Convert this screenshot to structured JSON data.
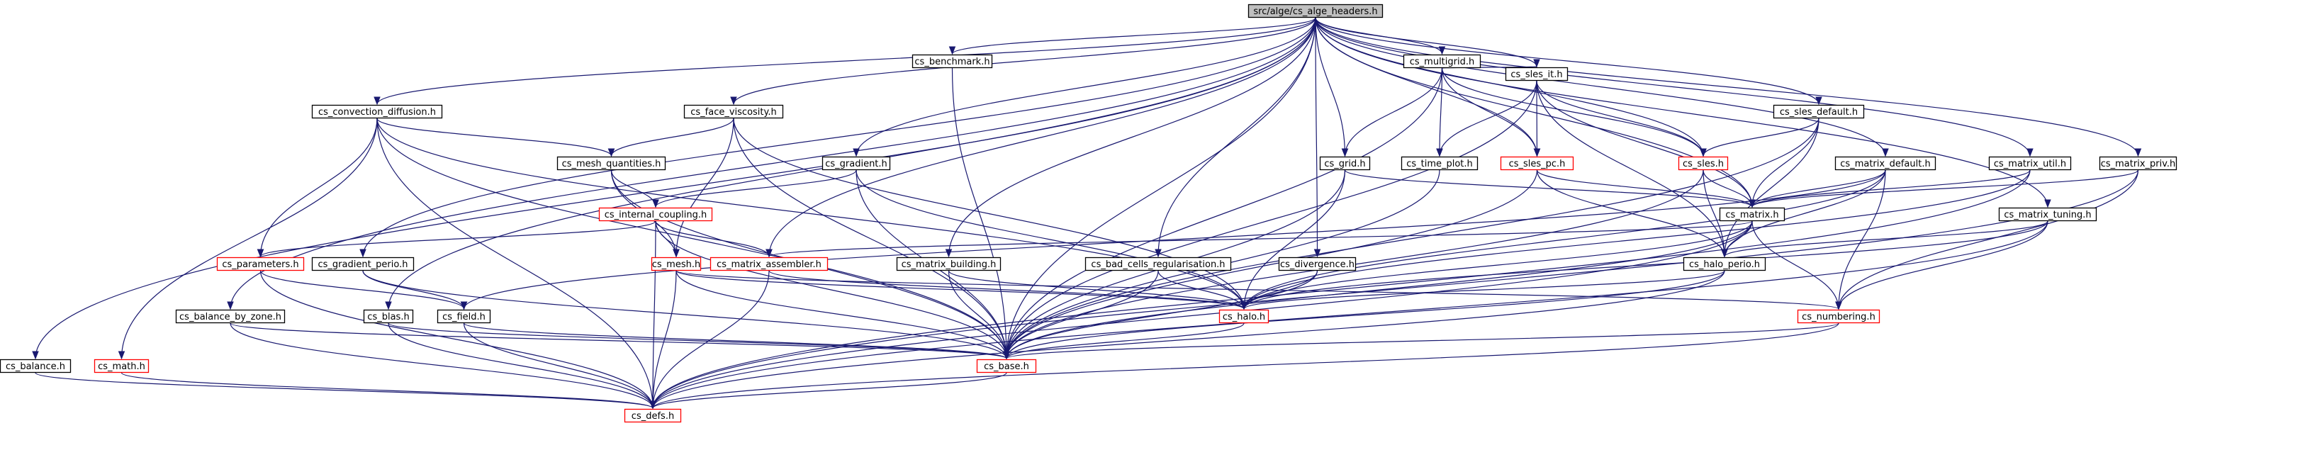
{
  "colors": {
    "edge": "#191970",
    "node_fill": "#ffffff",
    "root_fill": "#bfbfbf",
    "border_black": "#000000",
    "border_red": "#ff0000"
  },
  "nodes": [
    {
      "id": "root",
      "label": "src/alge/cs_alge_headers.h",
      "border": "black",
      "root": true
    },
    {
      "id": "benchmark",
      "label": "cs_benchmark.h",
      "border": "black"
    },
    {
      "id": "multigrid",
      "label": "cs_multigrid.h",
      "border": "black"
    },
    {
      "id": "sles_it",
      "label": "cs_sles_it.h",
      "border": "black"
    },
    {
      "id": "sles_default",
      "label": "cs_sles_default.h",
      "border": "black"
    },
    {
      "id": "convection_diffusion",
      "label": "cs_convection_diffusion.h",
      "border": "black"
    },
    {
      "id": "face_viscosity",
      "label": "cs_face_viscosity.h",
      "border": "black"
    },
    {
      "id": "mesh_quantities",
      "label": "cs_mesh_quantities.h",
      "border": "black"
    },
    {
      "id": "gradient",
      "label": "cs_gradient.h",
      "border": "black"
    },
    {
      "id": "grid",
      "label": "cs_grid.h",
      "border": "black"
    },
    {
      "id": "time_plot",
      "label": "cs_time_plot.h",
      "border": "black"
    },
    {
      "id": "sles_pc",
      "label": "cs_sles_pc.h",
      "border": "red"
    },
    {
      "id": "sles",
      "label": "cs_sles.h",
      "border": "red"
    },
    {
      "id": "matrix_default",
      "label": "cs_matrix_default.h",
      "border": "black"
    },
    {
      "id": "matrix_util",
      "label": "cs_matrix_util.h",
      "border": "black"
    },
    {
      "id": "matrix_priv",
      "label": "cs_matrix_priv.h",
      "border": "black"
    },
    {
      "id": "internal_coupling",
      "label": "cs_internal_coupling.h",
      "border": "red"
    },
    {
      "id": "matrix",
      "label": "cs_matrix.h",
      "border": "black"
    },
    {
      "id": "matrix_tuning",
      "label": "cs_matrix_tuning.h",
      "border": "black"
    },
    {
      "id": "parameters",
      "label": "cs_parameters.h",
      "border": "red"
    },
    {
      "id": "gradient_perio",
      "label": "cs_gradient_perio.h",
      "border": "black"
    },
    {
      "id": "mesh",
      "label": "cs_mesh.h",
      "border": "red"
    },
    {
      "id": "matrix_assembler",
      "label": "cs_matrix_assembler.h",
      "border": "red"
    },
    {
      "id": "matrix_building",
      "label": "cs_matrix_building.h",
      "border": "black"
    },
    {
      "id": "bad_cells",
      "label": "cs_bad_cells_regularisation.h",
      "border": "black"
    },
    {
      "id": "divergence",
      "label": "cs_divergence.h",
      "border": "black"
    },
    {
      "id": "halo_perio",
      "label": "cs_halo_perio.h",
      "border": "black"
    },
    {
      "id": "balance_by_zone",
      "label": "cs_balance_by_zone.h",
      "border": "black"
    },
    {
      "id": "blas",
      "label": "cs_blas.h",
      "border": "black"
    },
    {
      "id": "field",
      "label": "cs_field.h",
      "border": "black"
    },
    {
      "id": "halo",
      "label": "cs_halo.h",
      "border": "red"
    },
    {
      "id": "numbering",
      "label": "cs_numbering.h",
      "border": "red"
    },
    {
      "id": "balance",
      "label": "cs_balance.h",
      "border": "black"
    },
    {
      "id": "math",
      "label": "cs_math.h",
      "border": "red"
    },
    {
      "id": "base",
      "label": "cs_base.h",
      "border": "red"
    },
    {
      "id": "defs",
      "label": "cs_defs.h",
      "border": "red"
    }
  ],
  "edges": [
    [
      "root",
      "benchmark"
    ],
    [
      "root",
      "multigrid"
    ],
    [
      "root",
      "sles_it"
    ],
    [
      "root",
      "sles_default"
    ],
    [
      "root",
      "convection_diffusion"
    ],
    [
      "root",
      "face_viscosity"
    ],
    [
      "root",
      "gradient"
    ],
    [
      "root",
      "grid"
    ],
    [
      "root",
      "sles_pc"
    ],
    [
      "root",
      "sles"
    ],
    [
      "root",
      "matrix_default"
    ],
    [
      "root",
      "matrix_util"
    ],
    [
      "root",
      "matrix_priv"
    ],
    [
      "root",
      "matrix"
    ],
    [
      "root",
      "matrix_tuning"
    ],
    [
      "root",
      "gradient_perio"
    ],
    [
      "root",
      "matrix_assembler"
    ],
    [
      "root",
      "matrix_building"
    ],
    [
      "root",
      "bad_cells"
    ],
    [
      "root",
      "divergence"
    ],
    [
      "root",
      "balance_by_zone"
    ],
    [
      "root",
      "blas"
    ],
    [
      "root",
      "balance"
    ],
    [
      "root",
      "base"
    ],
    [
      "benchmark",
      "base"
    ],
    [
      "multigrid",
      "sles_it"
    ],
    [
      "multigrid",
      "grid"
    ],
    [
      "multigrid",
      "time_plot"
    ],
    [
      "multigrid",
      "sles_pc"
    ],
    [
      "multigrid",
      "sles"
    ],
    [
      "multigrid",
      "base"
    ],
    [
      "sles_it",
      "time_plot"
    ],
    [
      "sles_it",
      "sles_pc"
    ],
    [
      "sles_it",
      "sles"
    ],
    [
      "sles_it",
      "matrix"
    ],
    [
      "sles_it",
      "halo_perio"
    ],
    [
      "sles_it",
      "base"
    ],
    [
      "sles_default",
      "sles"
    ],
    [
      "sles_default",
      "matrix"
    ],
    [
      "sles_default",
      "halo_perio"
    ],
    [
      "sles_default",
      "base"
    ],
    [
      "convection_diffusion",
      "mesh_quantities"
    ],
    [
      "convection_diffusion",
      "parameters"
    ],
    [
      "convection_diffusion",
      "math"
    ],
    [
      "convection_diffusion",
      "halo"
    ],
    [
      "convection_diffusion",
      "base"
    ],
    [
      "convection_diffusion",
      "defs"
    ],
    [
      "face_viscosity",
      "mesh_quantities"
    ],
    [
      "face_viscosity",
      "mesh"
    ],
    [
      "face_viscosity",
      "halo"
    ],
    [
      "face_viscosity",
      "base"
    ],
    [
      "mesh_quantities",
      "internal_coupling"
    ],
    [
      "mesh_quantities",
      "mesh"
    ],
    [
      "mesh_quantities",
      "base"
    ],
    [
      "gradient",
      "internal_coupling"
    ],
    [
      "gradient",
      "halo"
    ],
    [
      "gradient",
      "base"
    ],
    [
      "grid",
      "matrix"
    ],
    [
      "grid",
      "halo"
    ],
    [
      "grid",
      "base"
    ],
    [
      "time_plot",
      "base"
    ],
    [
      "sles_pc",
      "matrix"
    ],
    [
      "sles_pc",
      "halo_perio"
    ],
    [
      "sles_pc",
      "base"
    ],
    [
      "sles",
      "matrix"
    ],
    [
      "sles",
      "halo_perio"
    ],
    [
      "sles",
      "base"
    ],
    [
      "matrix_default",
      "field"
    ],
    [
      "matrix_default",
      "matrix"
    ],
    [
      "matrix_default",
      "halo_perio"
    ],
    [
      "matrix_default",
      "numbering"
    ],
    [
      "matrix_default",
      "halo"
    ],
    [
      "matrix_util",
      "matrix"
    ],
    [
      "matrix_util",
      "halo"
    ],
    [
      "matrix_util",
      "defs"
    ],
    [
      "matrix_priv",
      "matrix"
    ],
    [
      "matrix_priv",
      "numbering"
    ],
    [
      "matrix_priv",
      "defs"
    ],
    [
      "internal_coupling",
      "parameters"
    ],
    [
      "internal_coupling",
      "mesh"
    ],
    [
      "internal_coupling",
      "matrix_assembler"
    ],
    [
      "internal_coupling",
      "base"
    ],
    [
      "internal_coupling",
      "defs"
    ],
    [
      "matrix",
      "matrix_assembler"
    ],
    [
      "matrix",
      "halo_perio"
    ],
    [
      "matrix",
      "numbering"
    ],
    [
      "matrix",
      "halo"
    ],
    [
      "matrix",
      "base"
    ],
    [
      "matrix",
      "defs"
    ],
    [
      "matrix_tuning",
      "halo_perio"
    ],
    [
      "matrix_tuning",
      "numbering"
    ],
    [
      "matrix_tuning",
      "halo"
    ],
    [
      "matrix_tuning",
      "defs"
    ],
    [
      "parameters",
      "field"
    ],
    [
      "parameters",
      "defs"
    ],
    [
      "gradient_perio",
      "field"
    ],
    [
      "gradient_perio",
      "base"
    ],
    [
      "mesh",
      "numbering"
    ],
    [
      "mesh",
      "halo"
    ],
    [
      "mesh",
      "base"
    ],
    [
      "mesh",
      "defs"
    ],
    [
      "matrix_assembler",
      "halo"
    ],
    [
      "matrix_assembler",
      "defs"
    ],
    [
      "matrix_building",
      "halo"
    ],
    [
      "matrix_building",
      "base"
    ],
    [
      "bad_cells",
      "halo"
    ],
    [
      "bad_cells",
      "base"
    ],
    [
      "divergence",
      "halo"
    ],
    [
      "divergence",
      "base"
    ],
    [
      "halo_perio",
      "halo"
    ],
    [
      "halo_perio",
      "base"
    ],
    [
      "halo_perio",
      "defs"
    ],
    [
      "balance_by_zone",
      "base"
    ],
    [
      "balance_by_zone",
      "defs"
    ],
    [
      "blas",
      "base"
    ],
    [
      "blas",
      "defs"
    ],
    [
      "field",
      "base"
    ],
    [
      "field",
      "defs"
    ],
    [
      "halo",
      "base"
    ],
    [
      "numbering",
      "base"
    ],
    [
      "numbering",
      "defs"
    ],
    [
      "balance",
      "defs"
    ],
    [
      "math",
      "defs"
    ],
    [
      "base",
      "defs"
    ]
  ]
}
